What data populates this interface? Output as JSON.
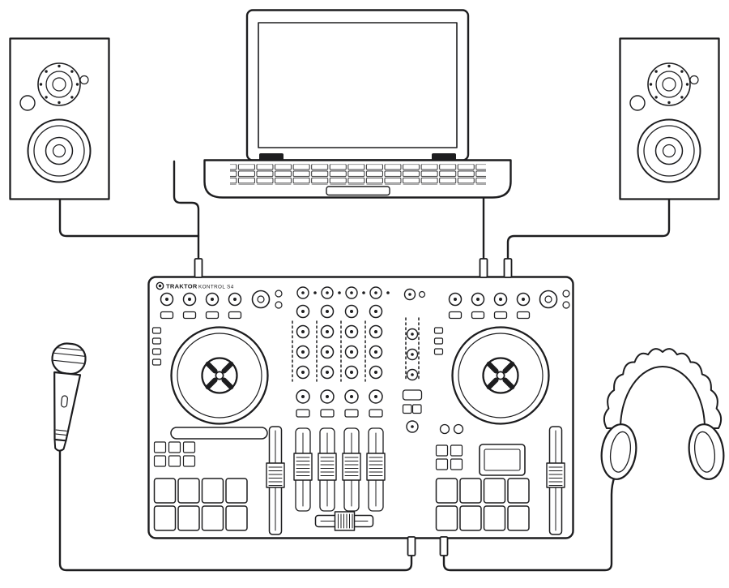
{
  "diagram": {
    "type": "dj-hardware-setup",
    "controller": {
      "brand": "TRAKTOR",
      "model": "KONTROL S4"
    },
    "devices": [
      "laptop",
      "studio-monitor-left",
      "studio-monitor-right",
      "dj-controller",
      "microphone",
      "headphones"
    ],
    "colors": {
      "line": "#1d1d1f",
      "background": "#ffffff"
    }
  }
}
